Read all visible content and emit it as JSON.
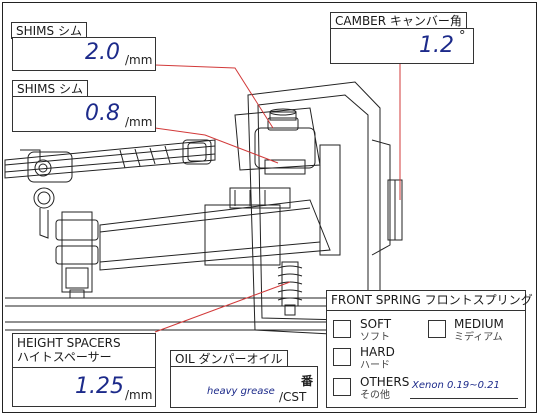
{
  "shims_top": {
    "label": "SHIMS シム",
    "value": "2.0",
    "unit": "/mm"
  },
  "shims_mid": {
    "label": "SHIMS シム",
    "value": "0.8",
    "unit": "/mm"
  },
  "camber": {
    "label": "CAMBER キャンバー角",
    "value": "1.2",
    "unit": "°"
  },
  "height_spacers": {
    "label_en": "HEIGHT SPACERS",
    "label_jp": "ハイトスペーサー",
    "value": "1.25",
    "unit": "/mm"
  },
  "oil": {
    "label": "OIL ダンパーオイル",
    "value": "heavy grease",
    "number_label": "番",
    "unit": "/CST"
  },
  "front_spring": {
    "title": "FRONT SPRING フロントスプリング",
    "options": [
      {
        "en": "SOFT",
        "jp": "ソフト"
      },
      {
        "en": "MEDIUM",
        "jp": "ミディアム"
      },
      {
        "en": "HARD",
        "jp": "ハード"
      },
      {
        "en": "OTHERS",
        "jp": "その他"
      }
    ],
    "others_note": "Xenon 0.19~0.21"
  },
  "colors": {
    "leader_line": "#d23a3a",
    "value_text": "#1c2a8a",
    "line_art": "#222222"
  }
}
